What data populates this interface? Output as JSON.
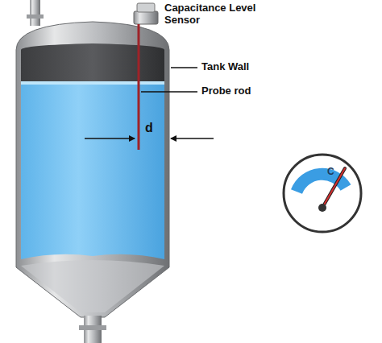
{
  "diagram": {
    "labels": [
      "Capacitance Level Sensor",
      "Tank Wall",
      "Probe rod",
      "d",
      "C"
    ]
  }
}
